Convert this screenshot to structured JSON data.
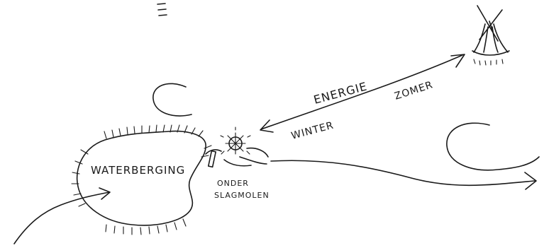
{
  "labels": {
    "reservoir": "WATERBERGING",
    "energy": "ENERGIE",
    "summer": "ZOMER",
    "winter": "WINTER",
    "mill_line1": "ONDER",
    "mill_line2": "SLAGMOLEN"
  },
  "icons": {
    "windmill": "windmill-icon",
    "watermill": "waterwheel-icon"
  },
  "ink_color": "#1a1a1a"
}
